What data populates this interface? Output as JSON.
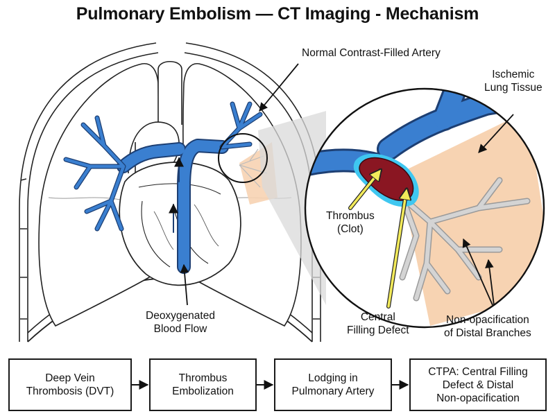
{
  "title": "Pulmonary Embolism — CT Imaging - Mechanism",
  "labels": {
    "normal_artery": "Normal Contrast-Filled Artery",
    "ischemic": [
      "Ischemic",
      "Lung Tissue"
    ],
    "thrombus": [
      "Thrombus",
      "(Clot)"
    ],
    "filling_defect": [
      "Central",
      "Filling Defect"
    ],
    "non_opacification": [
      "Non-opacification",
      "of Distal Branches"
    ],
    "deoxygenated": [
      "Deoxygenated",
      "Blood Flow"
    ]
  },
  "flow_steps": [
    [
      "Deep Vein",
      "Thrombosis (DVT)"
    ],
    [
      "Thrombus",
      "Embolization"
    ],
    [
      "Lodging in",
      "Pulmonary Artery"
    ],
    [
      "CTPA: Central Filling",
      "Defect & Distal",
      "Non-opacification"
    ]
  ],
  "colors": {
    "contrast_artery": "#3a7fd0",
    "artery_outline": "#1d3f73",
    "thrombus": "#8a1622",
    "thrombus_halo": "#3fc7f0",
    "ischemic_tissue": "#f7d3b2",
    "non_opacified_branch": "#c7c7c7",
    "annotation_arrow": "#f2ea5a"
  }
}
